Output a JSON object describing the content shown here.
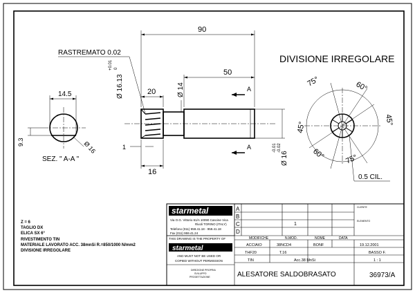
{
  "view_title": "DIVISIONE IRREGOLARE",
  "dimensions": {
    "overall_length": "90",
    "body_length": "50",
    "cutting_length": "20",
    "shank_length": "16",
    "taper": "RASTREMATO 0.02",
    "dia_cutting": "Ø 16.13",
    "tol_upper": "+0.01",
    "tol_lower": "0",
    "dia_shank": "Ø 14",
    "dia_body": "Ø 16",
    "tol_body_upper": "-0.01",
    "tol_body_lower": "-0.02",
    "small_1": "1",
    "section_width": "14.5",
    "section_depth": "9.3",
    "section_dia": "Ø 16",
    "section_label": "SEZ. \" A-A \"",
    "section_arrow_1": "A",
    "section_arrow_2": "A",
    "angle_75_top": "75°",
    "angle_60_top": "60°",
    "angle_45_left": "45°",
    "angle_45_right": "45°",
    "angle_60_bottom": "60°",
    "angle_75_bottom": "75°",
    "land": "0.5 CIL."
  },
  "notes": [
    "Z = 6",
    "TAGLIO DX",
    "ELICA SX 6°",
    "RIVESTIMENTO TIN",
    "MATERIALE LAVORATO ACC. 38mnSi R.=850/1000 N/mm2",
    "DIVISIONE IRREGOLARE"
  ],
  "title_block": {
    "logo": "starmetal",
    "address_1": "Via O.G. Vittorio 61/A  10090 Cascine Vica",
    "address_2": "Rivoli TORINO (ITALY)",
    "telefono": "Telefono (011) 959.41.18 - 959.41.18",
    "fax": "Fax (011) 959.41.24",
    "rev_letters": [
      "A",
      "B",
      "C",
      "D"
    ],
    "rev_c_value": "1",
    "hdr_modifiche": "MODIFICHE",
    "hdr_nmod": "N.MOD.",
    "hdr_nome": "NOME",
    "hdr_data": "DATA",
    "cliente_label": "CLIENTE",
    "elemento_label": "ELEMENTO",
    "prop_1": "THIS DRAWING IS THE PROPERTY OF",
    "prop_2": "AND MUST NOT BE USED OR",
    "prop_3": "COPIED WITHOUT PERMISSION",
    "direzione_1": "DIREZIONE PROPRIA",
    "direzione_2": "SVILUPPO",
    "direzione_3": "PROGETTAZIONE",
    "cell_acciaio": "ACCIAIO",
    "cell_38ncd4": "38NCD4",
    "cell_bonf": "BONF",
    "cell_date": "19.12.2001",
    "cell_thf20": "THF20",
    "cell_t16": "T.16",
    "cell_basso": "BASSO F.",
    "cell_tin": "TIN",
    "cell_acc38": "Acc.38 MnSi",
    "cell_scale": "1 : 1",
    "title": "ALESATORE SALDOBRASATO",
    "drawing_number": "36973/A"
  }
}
